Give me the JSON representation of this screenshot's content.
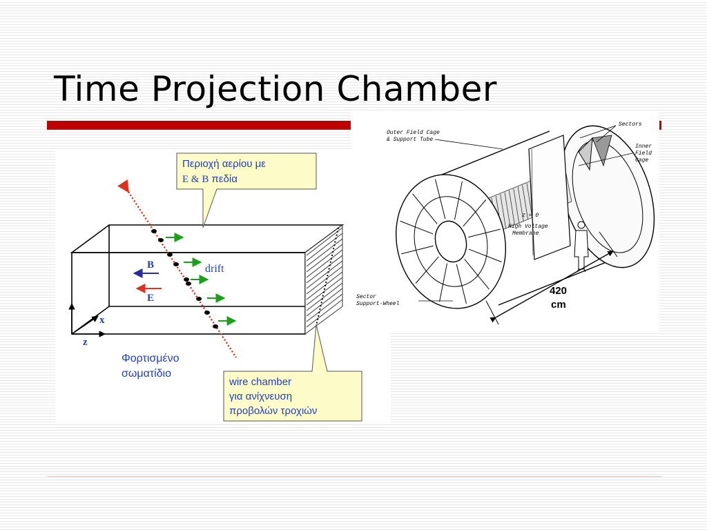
{
  "slide": {
    "title": "Time Projection Chamber"
  },
  "tpc_diagram": {
    "callout_gas": {
      "line1": "Περιοχή αερίου με",
      "line2_prefix": "Ε & Β",
      "line2_suffix": " πεδία"
    },
    "callout_wire": {
      "line1": "wire chamber",
      "line2": "για ανίχνευση",
      "line3": "προβολών τροχιών"
    },
    "label_b": "B",
    "label_e": "E",
    "label_drift": "drift",
    "axis_x": "x",
    "axis_z": "z",
    "particle_label": {
      "line1": "Φορτισμένο",
      "line2": "σωματίδιο"
    },
    "colors": {
      "callout_fill": "#fdfcc8",
      "blue_text": "#1f3fbf",
      "track": "#e0301e",
      "drift_arrow": "#1aa01a",
      "e_arrow": "#e0301e",
      "b_arrow": "#2a2aa0"
    }
  },
  "detector_diagram": {
    "label_outer_cage": {
      "line1": "Outer Field Cage",
      "line2": "& Support Tube"
    },
    "label_sectors": "Sectors",
    "label_inner_cage": {
      "line1": "Inner",
      "line2": "Field",
      "line3": "Cage"
    },
    "label_z0": "z = 0",
    "label_membrane": {
      "line1": "High Voltage",
      "line2": "Membrane"
    },
    "label_wheel": {
      "line1": "Sector",
      "line2": "Support-Wheel"
    },
    "dimension": {
      "value": "420",
      "unit": "cm"
    }
  },
  "colors": {
    "title_rule": "#c00000",
    "footer_rule": "#e8c8c0"
  }
}
